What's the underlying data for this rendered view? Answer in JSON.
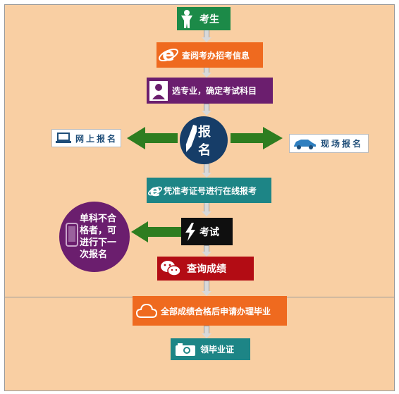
{
  "steps": {
    "candidate": "考生",
    "check_info": "查阅考办招考信息",
    "choose_major": "选专业，确定考试科目",
    "register_1": "报",
    "register_2": "名",
    "online_register": "网上报名",
    "onsite_register": "现场报名",
    "online_apply": "凭准考证号进行在线报考",
    "exam": "考试",
    "retake_note": "单科不合格者，可进行下一次报名",
    "check_scores": "查询成绩",
    "apply_graduation": "全部成绩合格后申请办理毕业",
    "get_certificate": "领毕业证"
  },
  "colors": {
    "background": "#f9cfa3",
    "green": "#1c8a48",
    "orange": "#ef6a1f",
    "purple": "#6b1e6e",
    "navy": "#163d68",
    "dark_red": "#b30c14",
    "teal": "#1d8586",
    "arrow_green": "#2e7d20",
    "black": "#0f0f0f"
  },
  "icons": [
    "person-icon",
    "ie-icon",
    "user-icon",
    "pencil-icon",
    "laptop-icon",
    "car-icon",
    "lightning-icon",
    "phone-icon",
    "wechat-icon",
    "cloud-icon",
    "camera-icon"
  ]
}
